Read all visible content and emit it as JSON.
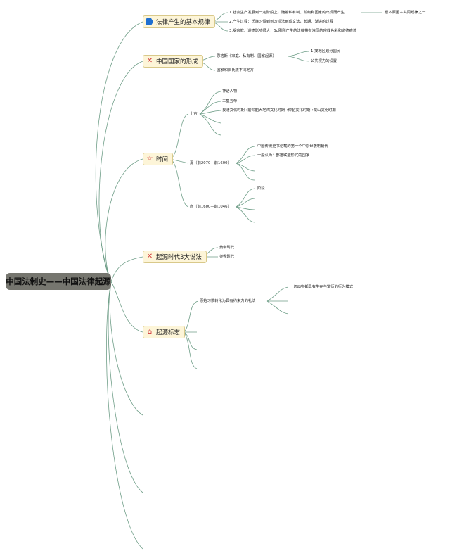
{
  "root": "中国法制史——中国法律起源",
  "topics": {
    "t1": "法律产生的基本规律",
    "t2": "中国国家的形成",
    "t3": "时间",
    "t4": "起源时代3大说法",
    "t5": "起源标志"
  },
  "leaves": {
    "l1": "1.社会生产发展到一定阶段上，随着私有制、阶级和国家的出现而产生",
    "l1a": "根本原因＋共同规律之一",
    "l2": "2.产生过程：氏族习惯到到习惯法到成文法，长期、渐进的过程",
    "l3": "3.受宗教、道德影响很大，So刚刚产生的法律带有浓厚的宗教色彩和道德痕迹",
    "l4": "恩格斯《家庭、私有制、国家起源》",
    "l4a": "1.按地区划分国民",
    "l4b": "公共权力的设置",
    "l5": "国家和旧氏族不同地方",
    "shang_gu": "上古",
    "sg1": "神话人物",
    "sg2": "三皇五帝",
    "sg3": "良渚文化时期→前仰韶大地湾文化时期→仰韶文化时期→龙山文化时期",
    "xia": "夏（前2070—前1600）",
    "x1": "中国传统史书记载的第一个中原世袭制朝代",
    "x2": "一般认为：部落联盟形式的国家",
    "shang": "商（前1600—前1046）",
    "s1": "阶段",
    "q1": "黄帝时代",
    "q2": "尧舜时代",
    "b1": "原始习惯转化为具有约束力的礼法",
    "b1a": "一切动物都具有生存与繁衍的行为模式"
  },
  "icons": {
    "t1": "blue-flag-icon",
    "t2": "tools-icon",
    "t3": "star-icon",
    "t4": "tools-icon",
    "t5": "home-icon"
  },
  "colors": {
    "edge": "#6f9e88",
    "root_fill": "#76766f",
    "topic_fill": "#fdf5d8",
    "topic_border": "#d9c98a",
    "icon_red": "#d1393a",
    "icon_blue": "#1f6fd1"
  }
}
